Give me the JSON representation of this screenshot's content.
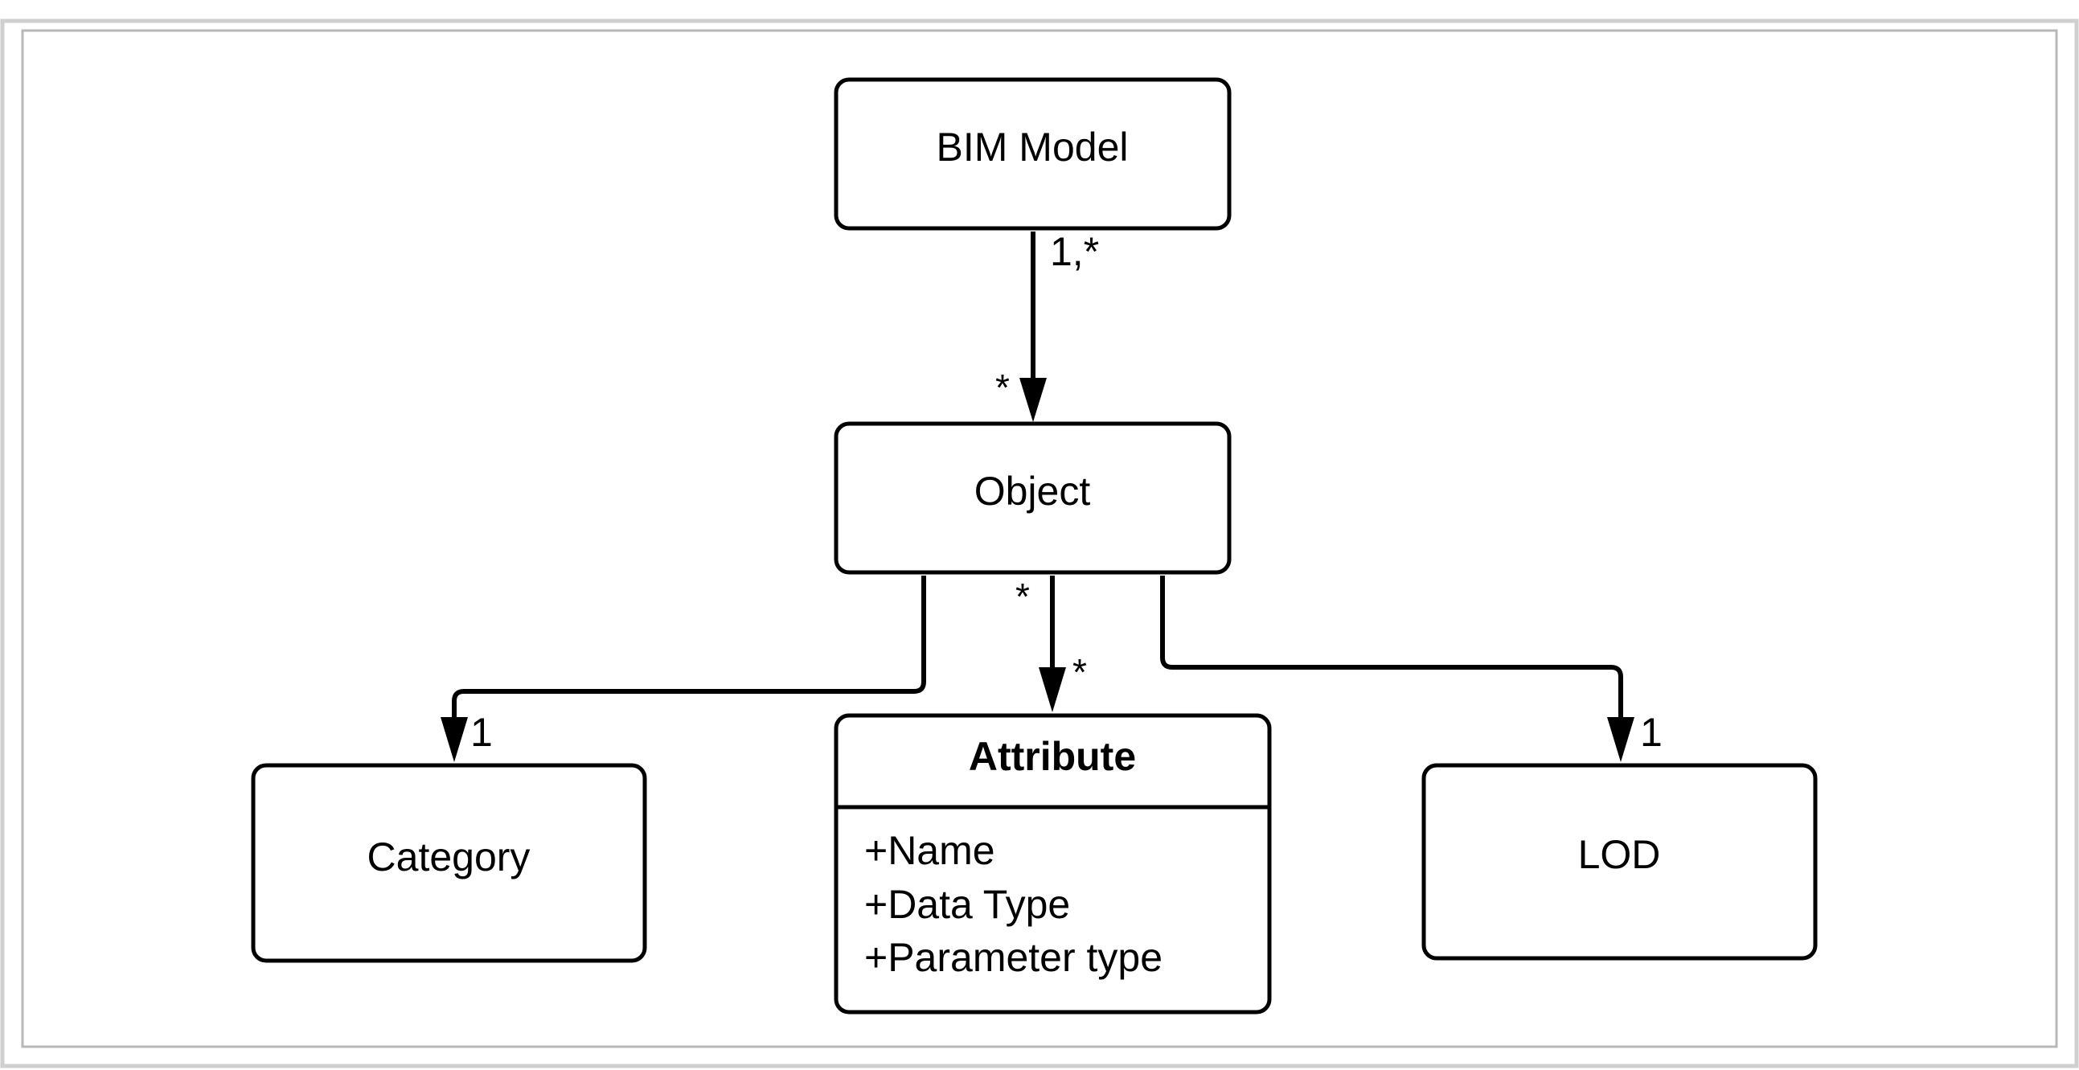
{
  "colors": {
    "stroke": "#000000",
    "background": "#ffffff",
    "frame": "#cfcfcf"
  },
  "nodes": {
    "bim_model": {
      "label": "BIM Model"
    },
    "object": {
      "label": "Object"
    },
    "category": {
      "label": "Category"
    },
    "lod": {
      "label": "LOD"
    },
    "attribute": {
      "label": "Attribute",
      "fields": [
        "+Name",
        "+Data Type",
        "+Parameter type"
      ]
    }
  },
  "edges": {
    "bim_to_object": {
      "source_mult": "1,*",
      "target_mult": "*"
    },
    "object_to_attribute": {
      "source_mult": "*",
      "target_mult": "*"
    },
    "object_to_category": {
      "target_mult": "1"
    },
    "object_to_lod": {
      "target_mult": "1"
    }
  }
}
